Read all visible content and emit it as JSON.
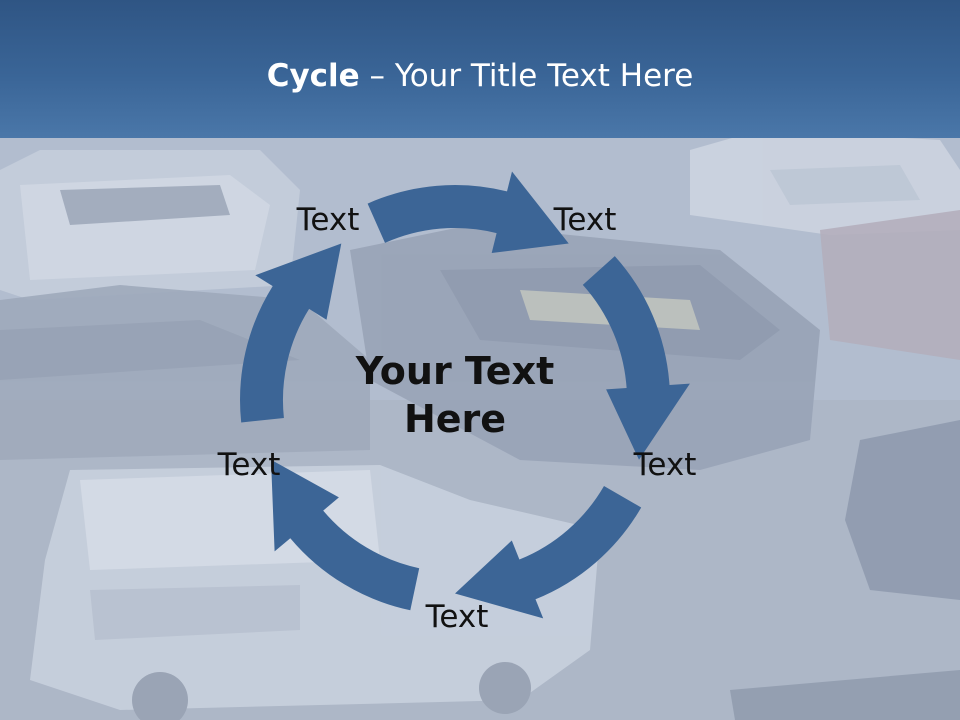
{
  "title": {
    "bold": "Cycle",
    "rest": " – Your Title Text Here"
  },
  "center_text": {
    "line1": "Your Text",
    "line2": "Here"
  },
  "nodes": [
    {
      "label": "Text"
    },
    {
      "label": "Text"
    },
    {
      "label": "Text"
    },
    {
      "label": "Text"
    },
    {
      "label": "Text"
    }
  ],
  "colors": {
    "header": "#3a6597",
    "arrow": "#3c6596",
    "text": "#111111",
    "title": "#ffffff"
  },
  "arrow_count": 5
}
